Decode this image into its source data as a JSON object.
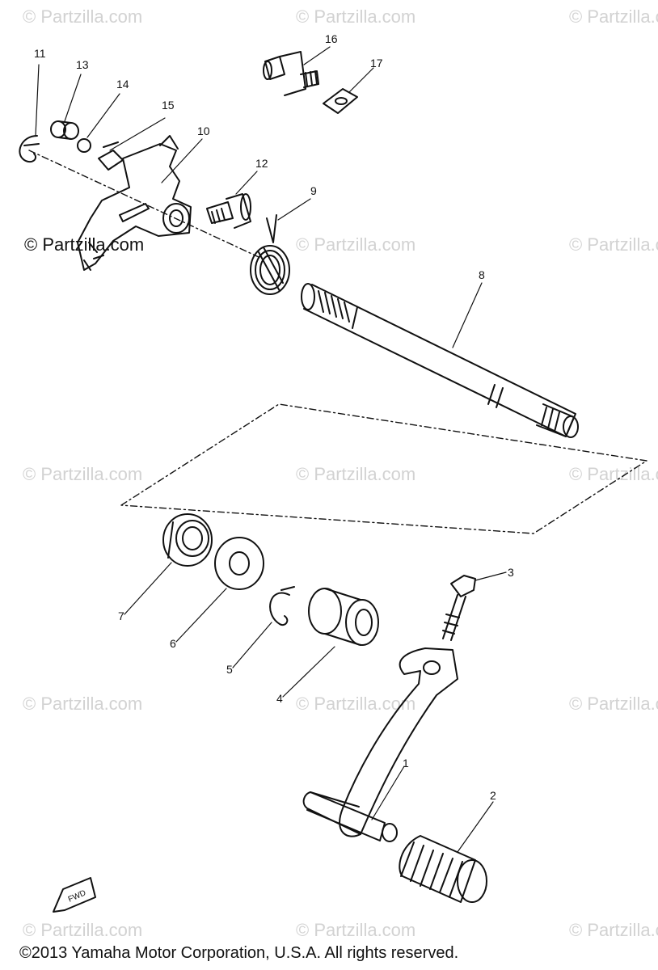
{
  "watermark": {
    "text": "© Partzilla.com"
  },
  "callouts": {
    "p1": "1",
    "p2": "2",
    "p3": "3",
    "p4": "4",
    "p5": "5",
    "p6": "6",
    "p7": "7",
    "p8": "8",
    "p9": "9",
    "p10": "10",
    "p11": "11",
    "p12": "12",
    "p13": "13",
    "p14": "14",
    "p15": "15",
    "p16": "16",
    "p17": "17"
  },
  "fwd_label": "FWD",
  "copyright": "©2013 Yamaha Motor Corporation, U.S.A. All rights reserved."
}
